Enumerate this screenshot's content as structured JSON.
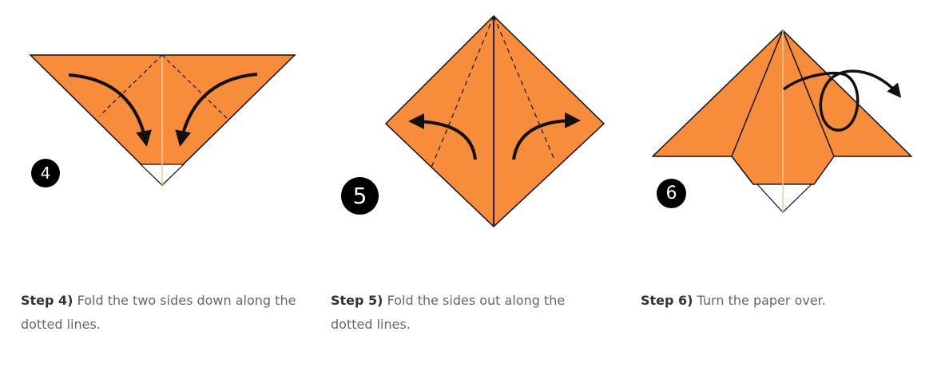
{
  "colors": {
    "paper": "#F78C3B",
    "outline": "#111111",
    "crease": "#F4C8A0",
    "badge": "#000000",
    "caption_bold": "#333333",
    "caption_text": "#666666"
  },
  "steps": [
    {
      "number": "4",
      "label": "Step 4)",
      "text": "Fold the two sides down along the dotted lines."
    },
    {
      "number": "5",
      "label": "Step 5)",
      "text": "Fold the sides out along the dotted lines."
    },
    {
      "number": "6",
      "label": "Step 6)",
      "text": "Turn the paper over."
    }
  ]
}
